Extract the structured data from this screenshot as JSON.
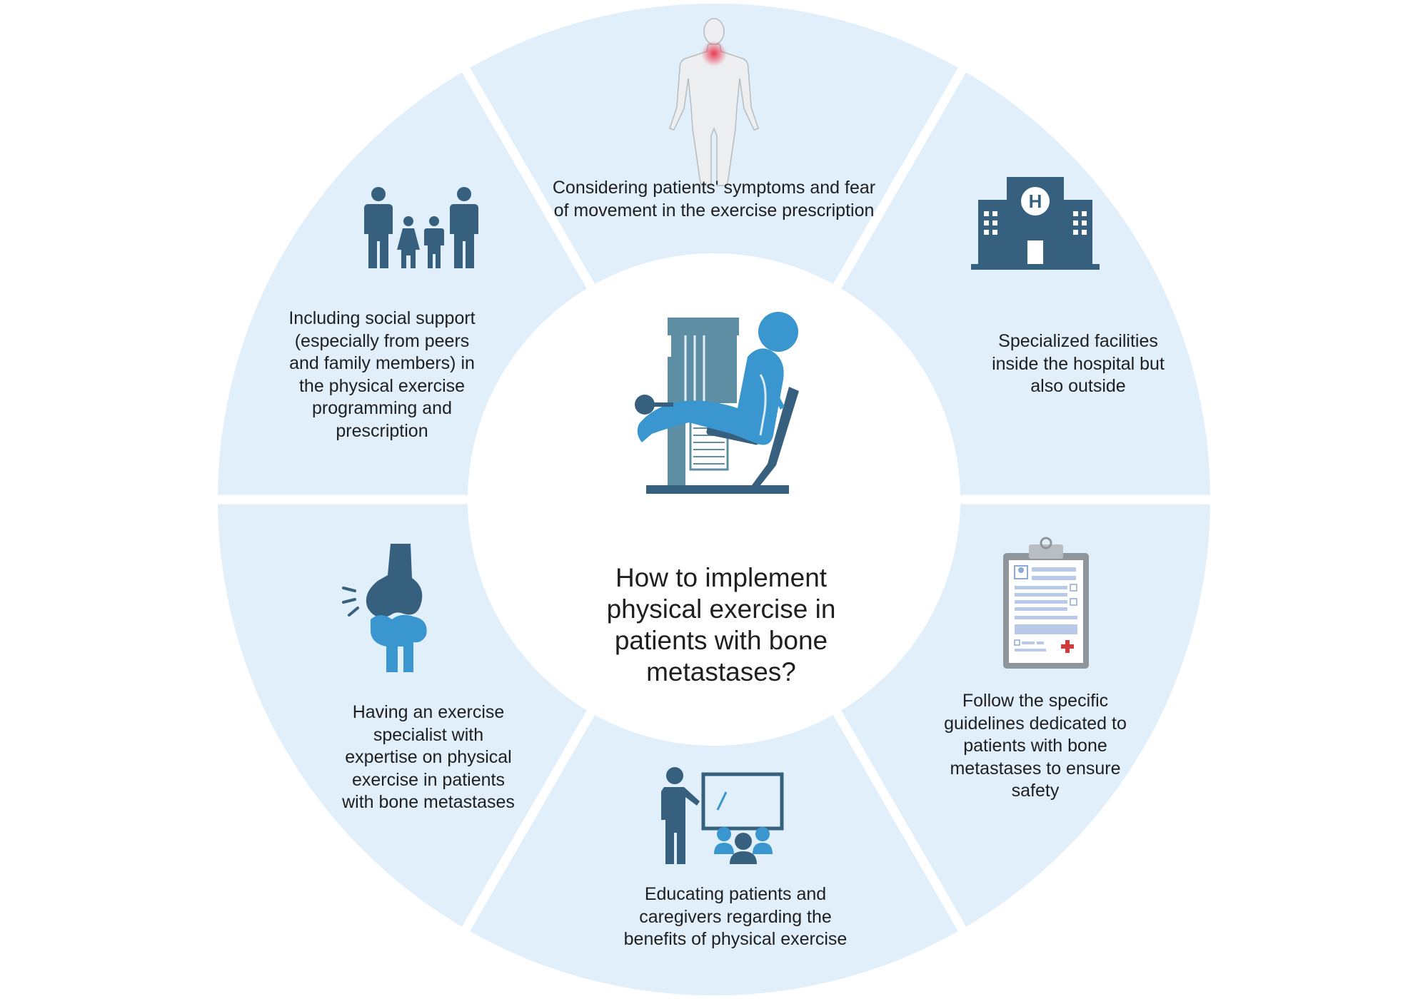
{
  "colors": {
    "segment_fill": "#e1effb",
    "center_fill": "#ffffff",
    "icon_dark": "#37607e",
    "icon_light": "#3a96cf",
    "icon_machine": "#5d8ea3",
    "pain_spot": "#e8314a",
    "cross_red": "#d33a3a",
    "text": "#1f1f1f"
  },
  "center_question": [
    "How to implement",
    "physical exercise in",
    "patients with bone",
    "metastases?"
  ],
  "segments": [
    {
      "key": "symptoms",
      "icon": "body-pain-icon",
      "lines": [
        "Considering patients' symptoms and fear",
        "of movement in the exercise prescription"
      ]
    },
    {
      "key": "facilities",
      "icon": "hospital-icon",
      "lines": [
        "Specialized facilities",
        "inside the hospital but",
        "also outside"
      ]
    },
    {
      "key": "guidelines",
      "icon": "clipboard-icon",
      "lines": [
        "Follow the specific",
        "guidelines dedicated to",
        "patients with bone",
        "metastases to ensure",
        "safety"
      ]
    },
    {
      "key": "education",
      "icon": "teacher-presentation-icon",
      "lines": [
        "Educating patients and",
        "caregivers regarding the",
        "benefits of physical exercise"
      ]
    },
    {
      "key": "specialist",
      "icon": "knee-joint-icon",
      "lines": [
        "Having an exercise",
        "specialist with",
        "expertise on physical",
        "exercise in patients",
        "with bone metastases"
      ]
    },
    {
      "key": "social",
      "icon": "family-icon",
      "lines": [
        "Including social support",
        "(especially from peers",
        "and family members) in",
        "the physical exercise",
        "programming and",
        "prescription"
      ]
    }
  ],
  "center_icon": "leg-extension-machine-icon"
}
